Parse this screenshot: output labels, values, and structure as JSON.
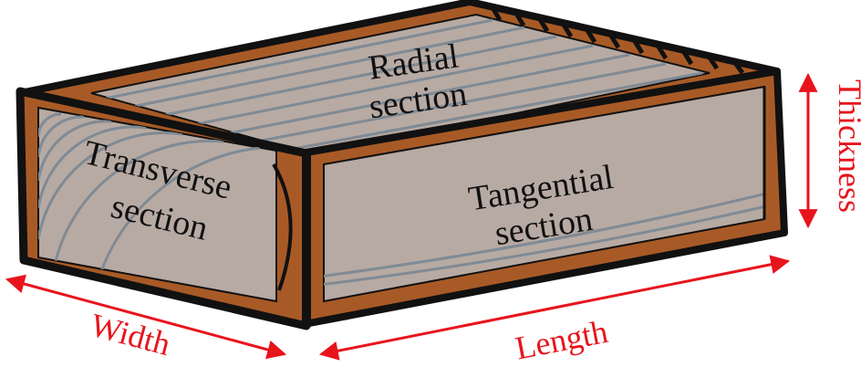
{
  "colors": {
    "wood": "#a85a26",
    "outline": "#111111",
    "face": "#b7aaa3",
    "grain": "#7f8a94",
    "dimension": "#e8141c"
  },
  "faces": {
    "radial": {
      "line1": "Radial",
      "line2": "section"
    },
    "transverse": {
      "line1": "Transverse",
      "line2": "section"
    },
    "tangential": {
      "line1": "Tangential",
      "line2": "section"
    }
  },
  "dimensions": {
    "width": "Width",
    "length": "Length",
    "thickness": "Thickness"
  }
}
